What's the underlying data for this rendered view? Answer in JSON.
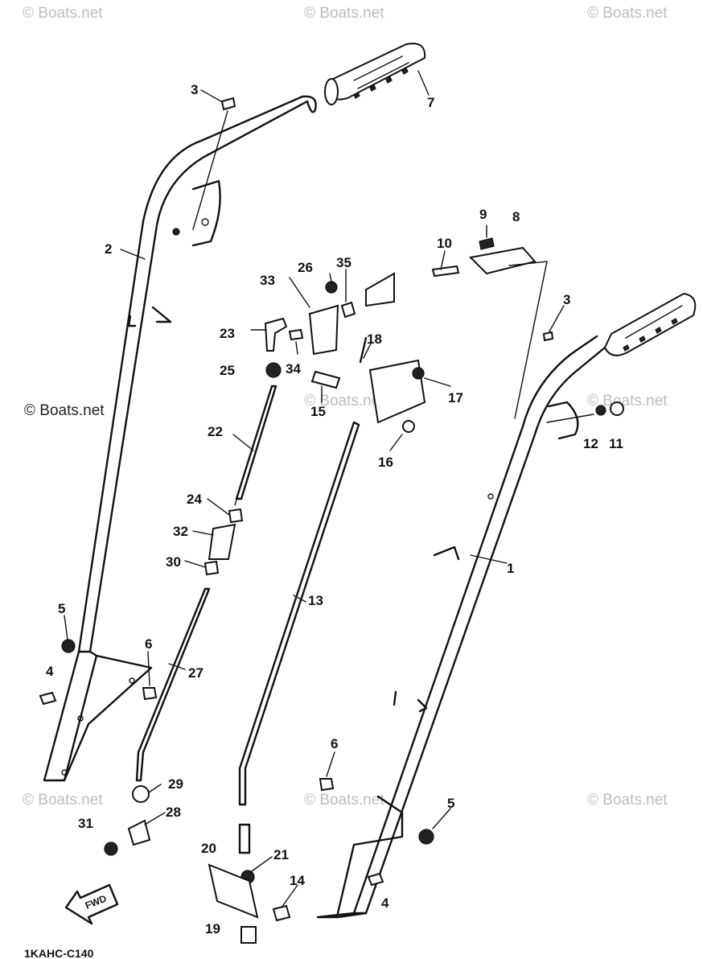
{
  "watermark": "© Boats.net",
  "drawing_code": "1KAHC-C140",
  "fwd_label": "FWD",
  "parts": [
    {
      "id": "p1",
      "label": "1"
    },
    {
      "id": "p2",
      "label": "2"
    },
    {
      "id": "p3a",
      "label": "3"
    },
    {
      "id": "p3b",
      "label": "3"
    },
    {
      "id": "p4a",
      "label": "4"
    },
    {
      "id": "p4b",
      "label": "4"
    },
    {
      "id": "p5a",
      "label": "5"
    },
    {
      "id": "p5b",
      "label": "5"
    },
    {
      "id": "p6a",
      "label": "6"
    },
    {
      "id": "p6b",
      "label": "6"
    },
    {
      "id": "p7",
      "label": "7"
    },
    {
      "id": "p8",
      "label": "8"
    },
    {
      "id": "p9",
      "label": "9"
    },
    {
      "id": "p10",
      "label": "10"
    },
    {
      "id": "p11",
      "label": "11"
    },
    {
      "id": "p12",
      "label": "12"
    },
    {
      "id": "p13",
      "label": "13"
    },
    {
      "id": "p14",
      "label": "14"
    },
    {
      "id": "p15",
      "label": "15"
    },
    {
      "id": "p16",
      "label": "16"
    },
    {
      "id": "p17",
      "label": "17"
    },
    {
      "id": "p18",
      "label": "18"
    },
    {
      "id": "p19",
      "label": "19"
    },
    {
      "id": "p20",
      "label": "20"
    },
    {
      "id": "p21",
      "label": "21"
    },
    {
      "id": "p22",
      "label": "22"
    },
    {
      "id": "p23",
      "label": "23"
    },
    {
      "id": "p24",
      "label": "24"
    },
    {
      "id": "p25",
      "label": "25"
    },
    {
      "id": "p26",
      "label": "26"
    },
    {
      "id": "p27",
      "label": "27"
    },
    {
      "id": "p28",
      "label": "28"
    },
    {
      "id": "p29",
      "label": "29"
    },
    {
      "id": "p30",
      "label": "30"
    },
    {
      "id": "p31",
      "label": "31"
    },
    {
      "id": "p32",
      "label": "32"
    },
    {
      "id": "p33",
      "label": "33"
    },
    {
      "id": "p34",
      "label": "34"
    },
    {
      "id": "p35",
      "label": "35"
    }
  ]
}
